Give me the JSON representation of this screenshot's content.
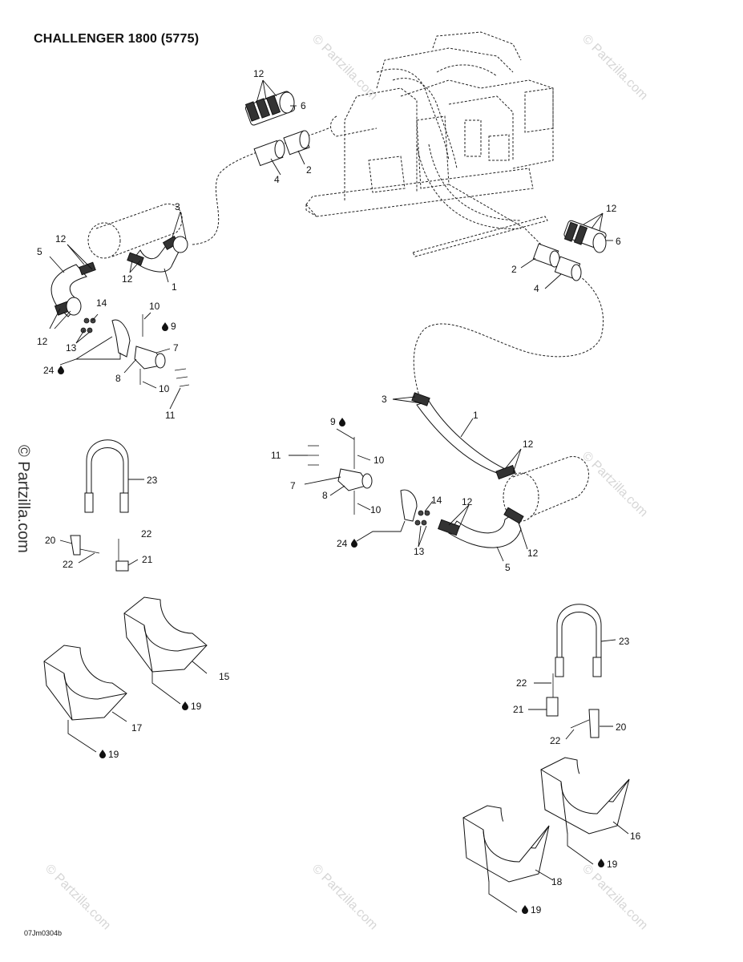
{
  "title": "CHALLENGER 1800 (5775)",
  "footer": "07Jm0304b",
  "watermark": "© Partzilla.com",
  "callouts": {
    "c1a": "1",
    "c1b": "1",
    "c2a": "2",
    "c2b": "2",
    "c3a": "3",
    "c3b": "3",
    "c4a": "4",
    "c4b": "4",
    "c5a": "5",
    "c5b": "5",
    "c6a": "6",
    "c6b": "6",
    "c7a": "7",
    "c7b": "7",
    "c8a": "8",
    "c8b": "8",
    "c9a": "9",
    "c9b": "9",
    "c10a": "10",
    "c10b": "10",
    "c10c": "10",
    "c10d": "10",
    "c11a": "11",
    "c11b": "11",
    "c12a": "12",
    "c12b": "12",
    "c12c": "12",
    "c12d": "12",
    "c12e": "12",
    "c12f": "12",
    "c12g": "12",
    "c12h": "12",
    "c13a": "13",
    "c13b": "13",
    "c14a": "14",
    "c14b": "14",
    "c15": "15",
    "c16": "16",
    "c17": "17",
    "c18": "18",
    "c19a": "19",
    "c19b": "19",
    "c19c": "19",
    "c19d": "19",
    "c20a": "20",
    "c20b": "20",
    "c21a": "21",
    "c21b": "21",
    "c22a": "22",
    "c22b": "22",
    "c22c": "22",
    "c22d": "22",
    "c23a": "23",
    "c23b": "23",
    "c24a": "24",
    "c24b": "24"
  },
  "icons": {
    "sealant": "sealant-drop-icon"
  }
}
